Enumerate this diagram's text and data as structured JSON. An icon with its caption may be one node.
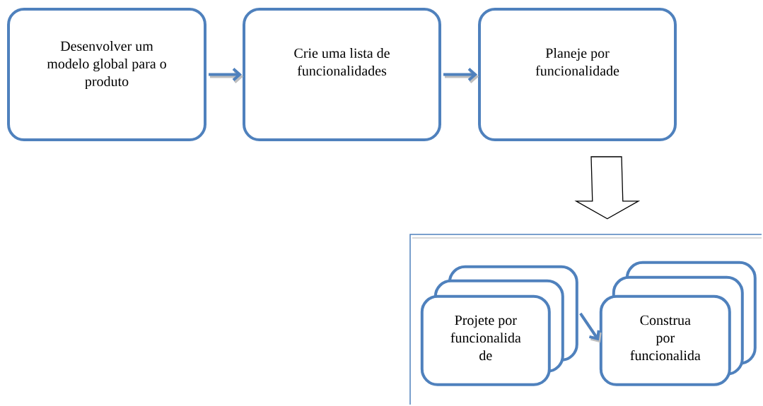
{
  "diagram": {
    "nodes": [
      {
        "text": [
          "Desenvolver um modelo global para o produto"
        ]
      },
      {
        "text": [
          "Crie uma lista de funcionalidades"
        ]
      },
      {
        "text": [
          "Planeje por funcionalidade"
        ]
      },
      {
        "text": [],
        "shape": "box"
      },
      {
        "text": [],
        "shape": "box",
        "in": 3
      },
      {
        "text": [],
        "shape": "box",
        "in": 3
      },
      {
        "text": [
          "Projete por funcionalida de"
        ],
        "in": 3
      },
      {
        "text": [],
        "shape": "box",
        "in": 3
      },
      {
        "text": [],
        "shape": "box",
        "in": 3
      },
      {
        "text": [
          "Construa por funcionalida"
        ],
        "in": 3
      }
    ],
    "edges": [
      {
        "from": 0,
        "to": 1,
        "arrow": "to"
      },
      {
        "from": 1,
        "to": 2,
        "arrow": "to"
      },
      {
        "from": 2,
        "to": 3,
        "arrow": "to",
        "color": "#000000"
      },
      {
        "from": 4,
        "to": 9,
        "arrow": "to"
      }
    ]
  }
}
